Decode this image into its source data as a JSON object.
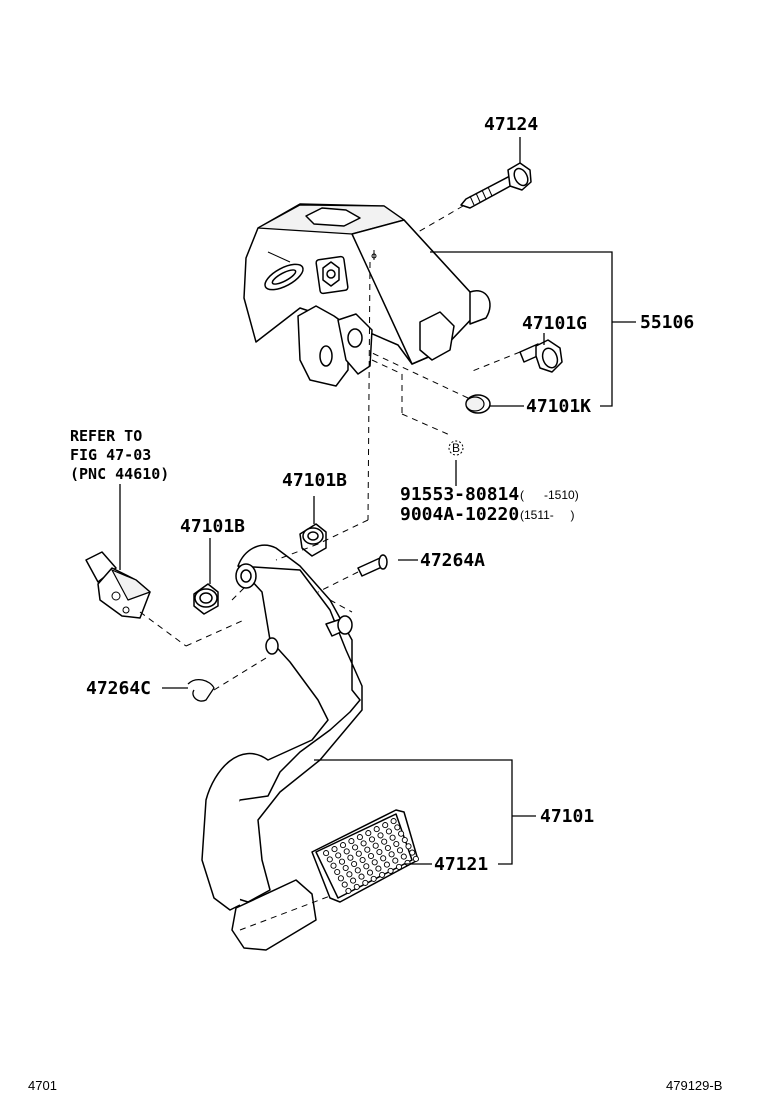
{
  "labels": {
    "p47124": "47124",
    "p55106": "55106",
    "p47101G": "47101G",
    "p47101K": "47101K",
    "p47101B_upper": "47101B",
    "p47101B_lower": "47101B",
    "p47264A": "47264A",
    "p47264C": "47264C",
    "p47101": "47101",
    "p47121": "47121",
    "p91553": "91553-80814",
    "p9004A": "9004A-10220",
    "range_91553": "(      -1510)",
    "range_9004A": "(1511-     )"
  },
  "note": {
    "line1": "REFER TO",
    "line2": "FIG 47-03",
    "line3": "(PNC 44610)"
  },
  "marker_b": "B",
  "footer": {
    "left": "4701",
    "right": "479129-B"
  }
}
